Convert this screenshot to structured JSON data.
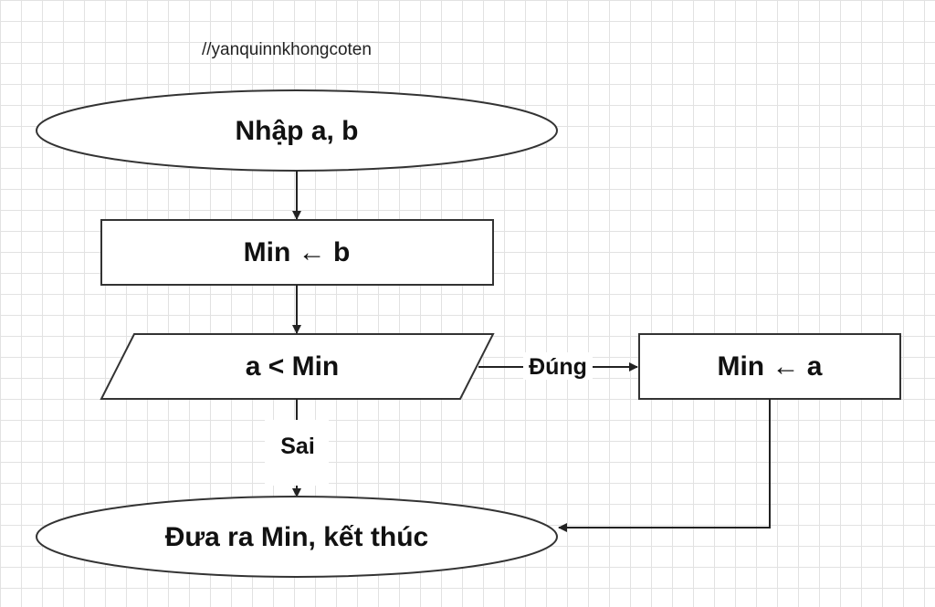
{
  "watermark": "//yanquinnkhongcoten",
  "nodes": {
    "input": "Nhập a, b",
    "assign_min_b": "Min ← b",
    "condition": "a < Min",
    "assign_min_a": "Min ← a",
    "output": "Đưa ra Min, kết thúc"
  },
  "edges": {
    "true_label": "Đúng",
    "false_label": "Sai"
  },
  "colors": {
    "stroke": "#333333",
    "grid": "#e2e2e2",
    "text": "#111111"
  }
}
